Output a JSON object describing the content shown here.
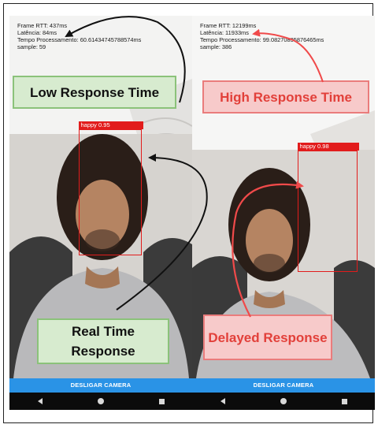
{
  "colors": {
    "accent_red": "#e21c1c",
    "button_blue": "#2a93e6",
    "green_fill": "#d7ebcf",
    "green_border": "#8bc27a",
    "red_fill": "#f7caca",
    "red_text": "#e2403a"
  },
  "left_phone": {
    "stats": {
      "frame_rtt": "Frame RTT: 437ms",
      "latency": "Latência: 84ms",
      "processing": "Tempo Processamento: 60.61434745788574ms",
      "sample": "sample: 59"
    },
    "detection": {
      "label": "happy 0.95"
    },
    "button_label": "DESLIGAR CAMERA",
    "nav_icons": [
      "back-icon",
      "home-icon",
      "recent-apps-icon"
    ]
  },
  "right_phone": {
    "stats": {
      "frame_rtt": "Frame RTT: 12199ms",
      "latency": "Latência: 11933ms",
      "processing": "Tempo Processamento: 99.08270835876465ms",
      "sample": "sample: 386"
    },
    "detection": {
      "label": "happy 0.98"
    },
    "button_label": "DESLIGAR CAMERA",
    "nav_icons": [
      "back-icon",
      "home-icon",
      "recent-apps-icon"
    ]
  },
  "callouts": {
    "low_response": "Low Response Time",
    "high_response": "High Response Time",
    "real_time_line1": "Real Time",
    "real_time_line2": "Response",
    "delayed": "Delayed Response"
  }
}
